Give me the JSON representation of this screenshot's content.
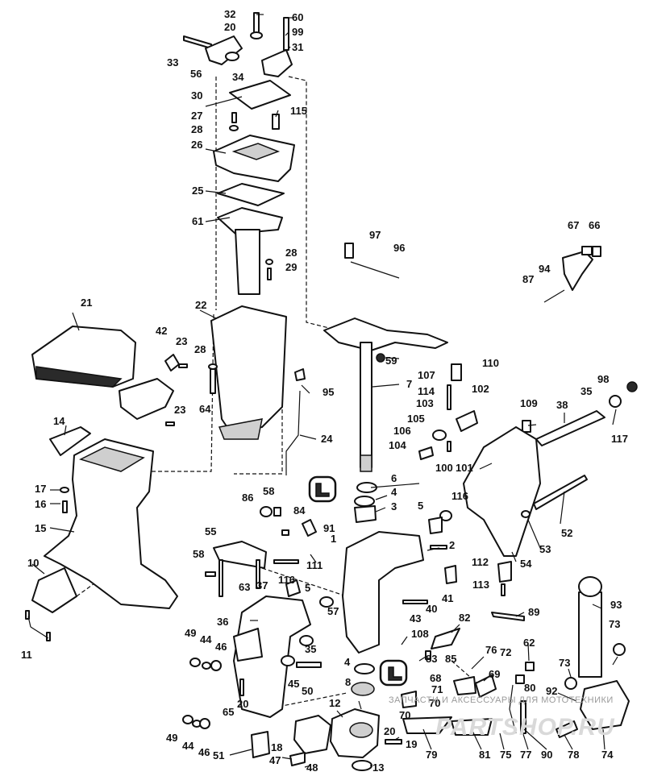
{
  "watermark": {
    "line1": "ЗАПЧАСТИ И АКСЕССУАРЫ ДЛЯ МОТОТЕХНИКИ",
    "logo": "PARTSHOP.RU"
  },
  "callouts": [
    {
      "id": "c32",
      "label": "32"
    },
    {
      "id": "c60",
      "label": "60"
    },
    {
      "id": "c20a",
      "label": "20"
    },
    {
      "id": "c99",
      "label": "99"
    },
    {
      "id": "c33",
      "label": "33"
    },
    {
      "id": "c31",
      "label": "31"
    },
    {
      "id": "c56",
      "label": "56"
    },
    {
      "id": "c34",
      "label": "34"
    },
    {
      "id": "c30",
      "label": "30"
    },
    {
      "id": "c115",
      "label": "115"
    },
    {
      "id": "c27",
      "label": "27"
    },
    {
      "id": "c28a",
      "label": "28"
    },
    {
      "id": "c26",
      "label": "26"
    },
    {
      "id": "c25",
      "label": "25"
    },
    {
      "id": "c61",
      "label": "61"
    },
    {
      "id": "c97",
      "label": "97"
    },
    {
      "id": "c96",
      "label": "96"
    },
    {
      "id": "c67",
      "label": "67"
    },
    {
      "id": "c66",
      "label": "66"
    },
    {
      "id": "c94",
      "label": "94"
    },
    {
      "id": "c87",
      "label": "87"
    },
    {
      "id": "c28b",
      "label": "28"
    },
    {
      "id": "c29",
      "label": "29"
    },
    {
      "id": "c21",
      "label": "21"
    },
    {
      "id": "c22",
      "label": "22"
    },
    {
      "id": "c42",
      "label": "42"
    },
    {
      "id": "c23a",
      "label": "23"
    },
    {
      "id": "c28c",
      "label": "28"
    },
    {
      "id": "c59",
      "label": "59"
    },
    {
      "id": "c110",
      "label": "110"
    },
    {
      "id": "c7",
      "label": "7"
    },
    {
      "id": "c107",
      "label": "107"
    },
    {
      "id": "c98",
      "label": "98"
    },
    {
      "id": "c114",
      "label": "114"
    },
    {
      "id": "c102",
      "label": "102"
    },
    {
      "id": "c35a",
      "label": "35"
    },
    {
      "id": "c95",
      "label": "95"
    },
    {
      "id": "c64",
      "label": "64"
    },
    {
      "id": "c23b",
      "label": "23"
    },
    {
      "id": "c103",
      "label": "103"
    },
    {
      "id": "c109",
      "label": "109"
    },
    {
      "id": "c38",
      "label": "38"
    },
    {
      "id": "c105",
      "label": "105"
    },
    {
      "id": "c117",
      "label": "117"
    },
    {
      "id": "c14",
      "label": "14"
    },
    {
      "id": "c24",
      "label": "24"
    },
    {
      "id": "c106",
      "label": "106"
    },
    {
      "id": "c104",
      "label": "104"
    },
    {
      "id": "c100",
      "label": "100"
    },
    {
      "id": "c101",
      "label": "101"
    },
    {
      "id": "c6",
      "label": "6"
    },
    {
      "id": "c17",
      "label": "17"
    },
    {
      "id": "c58a",
      "label": "58"
    },
    {
      "id": "c4a",
      "label": "4"
    },
    {
      "id": "c86",
      "label": "86"
    },
    {
      "id": "c116a",
      "label": "116"
    },
    {
      "id": "c16",
      "label": "16"
    },
    {
      "id": "c3",
      "label": "3"
    },
    {
      "id": "c5a",
      "label": "5"
    },
    {
      "id": "c84",
      "label": "84"
    },
    {
      "id": "c15",
      "label": "15"
    },
    {
      "id": "c55",
      "label": "55"
    },
    {
      "id": "c91",
      "label": "91"
    },
    {
      "id": "c1",
      "label": "1"
    },
    {
      "id": "c52",
      "label": "52"
    },
    {
      "id": "c2",
      "label": "2"
    },
    {
      "id": "c53",
      "label": "53"
    },
    {
      "id": "c54",
      "label": "54"
    },
    {
      "id": "c58b",
      "label": "58"
    },
    {
      "id": "c111",
      "label": "111"
    },
    {
      "id": "c10",
      "label": "10"
    },
    {
      "id": "c112",
      "label": "112"
    },
    {
      "id": "c63",
      "label": "63"
    },
    {
      "id": "c37",
      "label": "37"
    },
    {
      "id": "c116b",
      "label": "116"
    },
    {
      "id": "c5b",
      "label": "5"
    },
    {
      "id": "c113",
      "label": "113"
    },
    {
      "id": "c41",
      "label": "41"
    },
    {
      "id": "c93",
      "label": "93"
    },
    {
      "id": "c40",
      "label": "40"
    },
    {
      "id": "c36",
      "label": "36"
    },
    {
      "id": "c57",
      "label": "57"
    },
    {
      "id": "c89",
      "label": "89"
    },
    {
      "id": "c43",
      "label": "43"
    },
    {
      "id": "c82",
      "label": "82"
    },
    {
      "id": "c73a",
      "label": "73"
    },
    {
      "id": "c49a",
      "label": "49"
    },
    {
      "id": "c44a",
      "label": "44"
    },
    {
      "id": "c46a",
      "label": "46"
    },
    {
      "id": "c108",
      "label": "108"
    },
    {
      "id": "c11",
      "label": "11"
    },
    {
      "id": "c35b",
      "label": "35"
    },
    {
      "id": "c83",
      "label": "83"
    },
    {
      "id": "c76",
      "label": "76"
    },
    {
      "id": "c72",
      "label": "72"
    },
    {
      "id": "c62",
      "label": "62"
    },
    {
      "id": "c4b",
      "label": "4"
    },
    {
      "id": "c85",
      "label": "85"
    },
    {
      "id": "c68",
      "label": "68"
    },
    {
      "id": "c69",
      "label": "69"
    },
    {
      "id": "c73b",
      "label": "73"
    },
    {
      "id": "c45",
      "label": "45"
    },
    {
      "id": "c50",
      "label": "50"
    },
    {
      "id": "c8",
      "label": "8"
    },
    {
      "id": "c80",
      "label": "80"
    },
    {
      "id": "c71",
      "label": "71"
    },
    {
      "id": "c65",
      "label": "65"
    },
    {
      "id": "c20b",
      "label": "20"
    },
    {
      "id": "c70a",
      "label": "70"
    },
    {
      "id": "c92",
      "label": "92"
    },
    {
      "id": "c12",
      "label": "12"
    },
    {
      "id": "c70b",
      "label": "70"
    },
    {
      "id": "c49b",
      "label": "49"
    },
    {
      "id": "c44b",
      "label": "44"
    },
    {
      "id": "c46b",
      "label": "46"
    },
    {
      "id": "c18",
      "label": "18"
    },
    {
      "id": "c20c",
      "label": "20"
    },
    {
      "id": "c19",
      "label": "19"
    },
    {
      "id": "c79",
      "label": "79"
    },
    {
      "id": "c81",
      "label": "81"
    },
    {
      "id": "c75",
      "label": "75"
    },
    {
      "id": "c77",
      "label": "77"
    },
    {
      "id": "c90",
      "label": "90"
    },
    {
      "id": "c78",
      "label": "78"
    },
    {
      "id": "c74",
      "label": "74"
    },
    {
      "id": "c51",
      "label": "51"
    },
    {
      "id": "c47",
      "label": "47"
    },
    {
      "id": "c48",
      "label": "48"
    },
    {
      "id": "c13",
      "label": "13"
    }
  ]
}
